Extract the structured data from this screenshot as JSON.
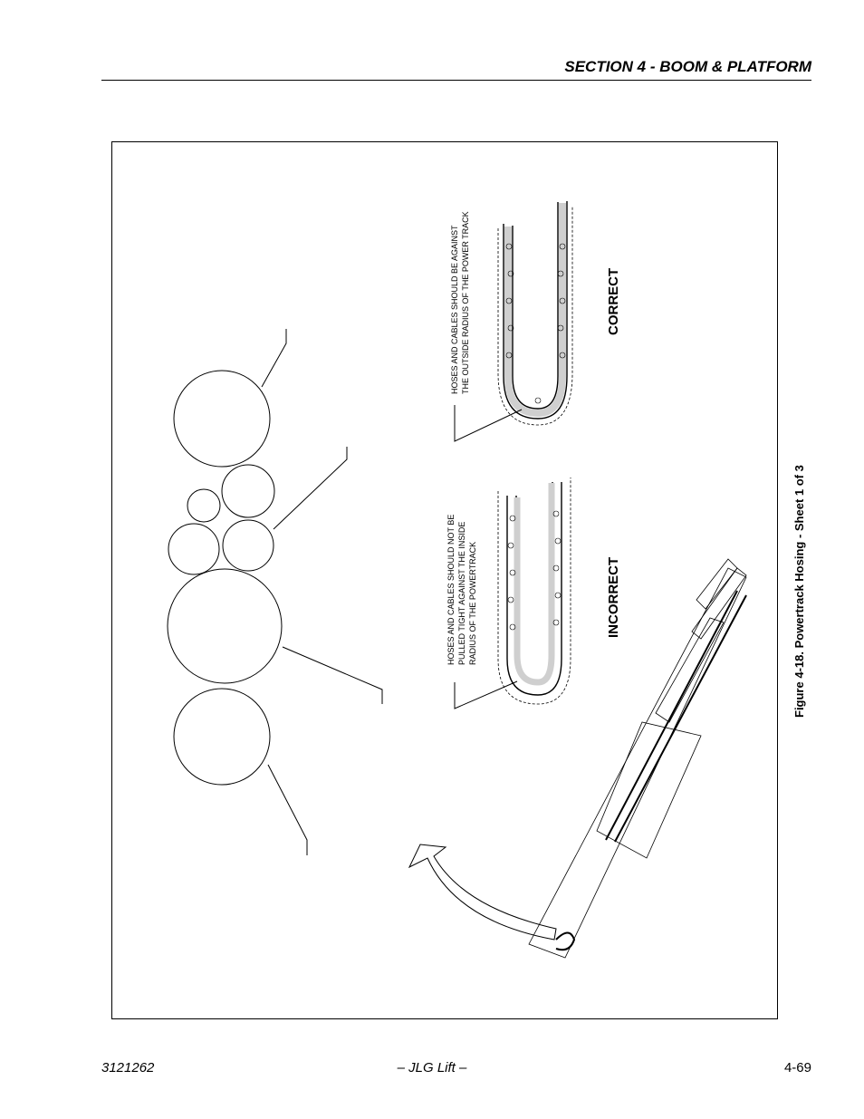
{
  "header": {
    "section_title": "SECTION 4 - BOOM & PLATFORM"
  },
  "figure": {
    "caption": "Figure 4-18.  Powertrack Hosing - Sheet 1 of 3",
    "incorrect": {
      "title": "INCORRECT",
      "note_lines": [
        "HOSES AND CABLES SHOULD NOT BE",
        "PULLED TIGHT AGAINST THE INSIDE",
        "RADIUS OF THE POWERTRACK"
      ]
    },
    "correct": {
      "title": "CORRECT",
      "note_lines": [
        "HOSES AND CABLES SHOULD BE AGAINST",
        "THE OUTSIDE RADIUS OF THE POWER TRACK"
      ]
    }
  },
  "footer": {
    "doc_number": "3121262",
    "publisher": "– JLG Lift –",
    "page_number": "4-69"
  }
}
